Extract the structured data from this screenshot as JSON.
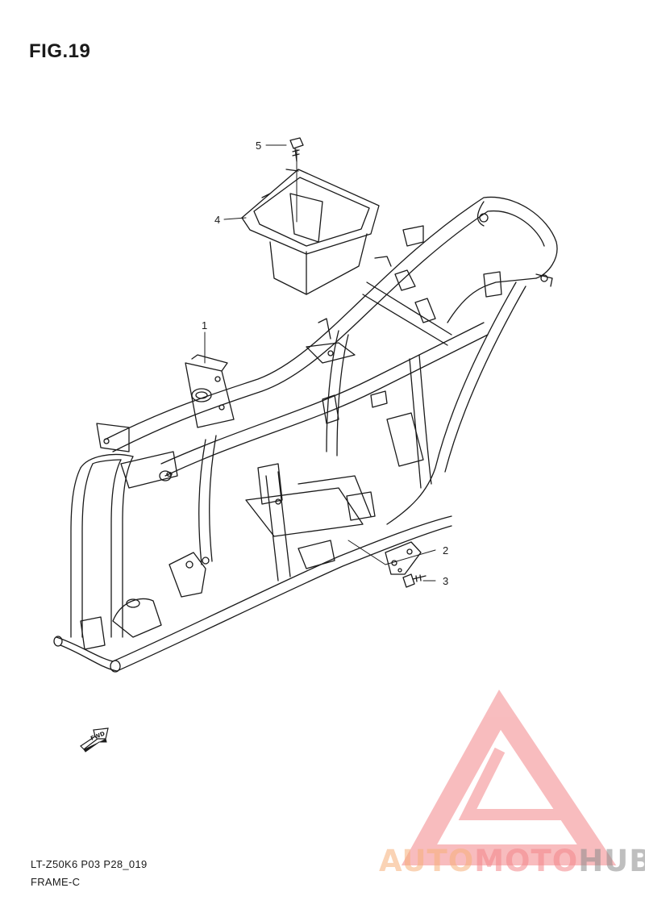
{
  "figure": {
    "title": "FIG.19"
  },
  "callouts": [
    {
      "number": "1",
      "part": "frame"
    },
    {
      "number": "2",
      "part": "plate"
    },
    {
      "number": "3",
      "part": "bolt"
    },
    {
      "number": "4",
      "part": "battery-case"
    },
    {
      "number": "5",
      "part": "bolt"
    }
  ],
  "forward_marker": "FWD",
  "footer": {
    "code": "LT-Z50K6 P03 P28_019",
    "caption": "FRAME-C"
  },
  "watermark": {
    "part1": "AUTO",
    "part2": "MOTO",
    "part3": "HUB",
    "colors": [
      "#f7b07a",
      "#f3868a",
      "#8c8c8c"
    ]
  }
}
